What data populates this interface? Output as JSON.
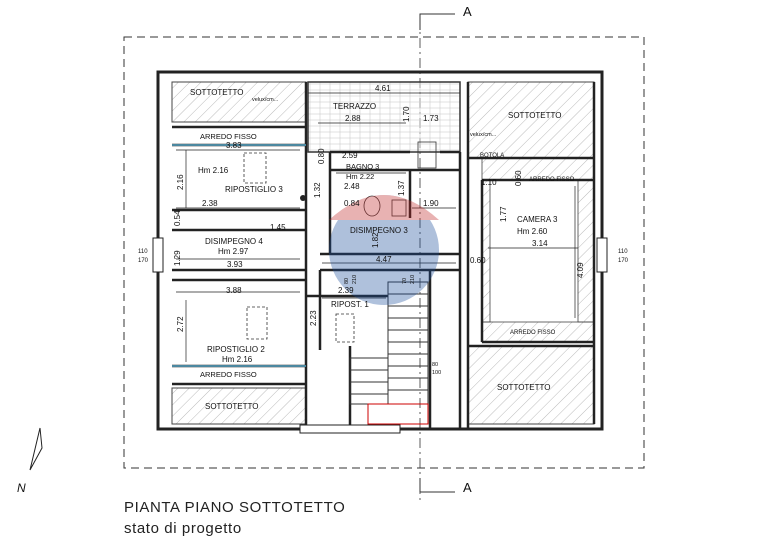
{
  "title": {
    "line1": "PIANTA PIANO SOTTOTETTO",
    "line2": "stato di progetto"
  },
  "section_marker": {
    "top": "A",
    "bottom": "A"
  },
  "north": "N",
  "rooms": {
    "sottotetto_tl": "SOTTOTETTO",
    "sottotetto_tr": "SOTTOTETTO",
    "sottotetto_bl": "SOTTOTETTO",
    "sottotetto_br": "SOTTOTETTO",
    "terrazzo": "TERRAZZO",
    "arredo_fisso_top": "ARREDO FISSO",
    "arredo_fisso_bottom": "ARREDO FISSO",
    "arredo_fisso_right_top": "ARREDO FISSO",
    "arredo_fisso_right_bottom": "ARREDO FISSO",
    "ripostiglio3": "RIPOSTIGLIO 3",
    "ripostiglio3_hm": "Hm  2.16",
    "ripostiglio2": "RIPOSTIGLIO 2",
    "ripostiglio2_hm": "Hm  2.16",
    "bagno3": "BAGNO 3",
    "bagno3_hm": "Hm  2.22",
    "disimpegno3": "DISIMPEGNO 3",
    "disimpegno4": "DISIMPEGNO 4",
    "disimpegno4_hm": "Hm  2.97",
    "camera3": "CAMERA 3",
    "camera3_hm": "Hm  2.60",
    "ripost1": "RIPOST. 1",
    "botola": "BOTOLA",
    "velux_left": "velux/cm...",
    "velux_right": "velux/cm..."
  },
  "dimensions": {
    "d461": "4.61",
    "d288": "2.88",
    "d173": "1.73",
    "d170": "1.70",
    "d383": "3.83",
    "d216": "2.16",
    "d238": "2.38",
    "d259": "2.59",
    "d248": "2.48",
    "d084": "0.84",
    "d190": "1.90",
    "d080": "0.80",
    "d132": "1.32",
    "d137": "1.37",
    "d110": "1.10",
    "d060": "0.60",
    "d177": "1.77",
    "d314": "3.14",
    "d054": "0.54",
    "d129": "1.29",
    "d393": "3.93",
    "d447": "4.47",
    "d182": "1.82",
    "d409": "4.09",
    "d060b": "0.60",
    "d388": "3.88",
    "d272": "2.72",
    "d239": "2.39",
    "d223": "2.23",
    "d145": "1.45",
    "side_left_top": "110",
    "side_left_bot": "170",
    "side_right_top": "110",
    "side_right_bot": "170",
    "door_a": "80",
    "door_b": "210",
    "door_c": "70",
    "door_d": "210",
    "stair_a": "80",
    "stair_b": "100"
  }
}
